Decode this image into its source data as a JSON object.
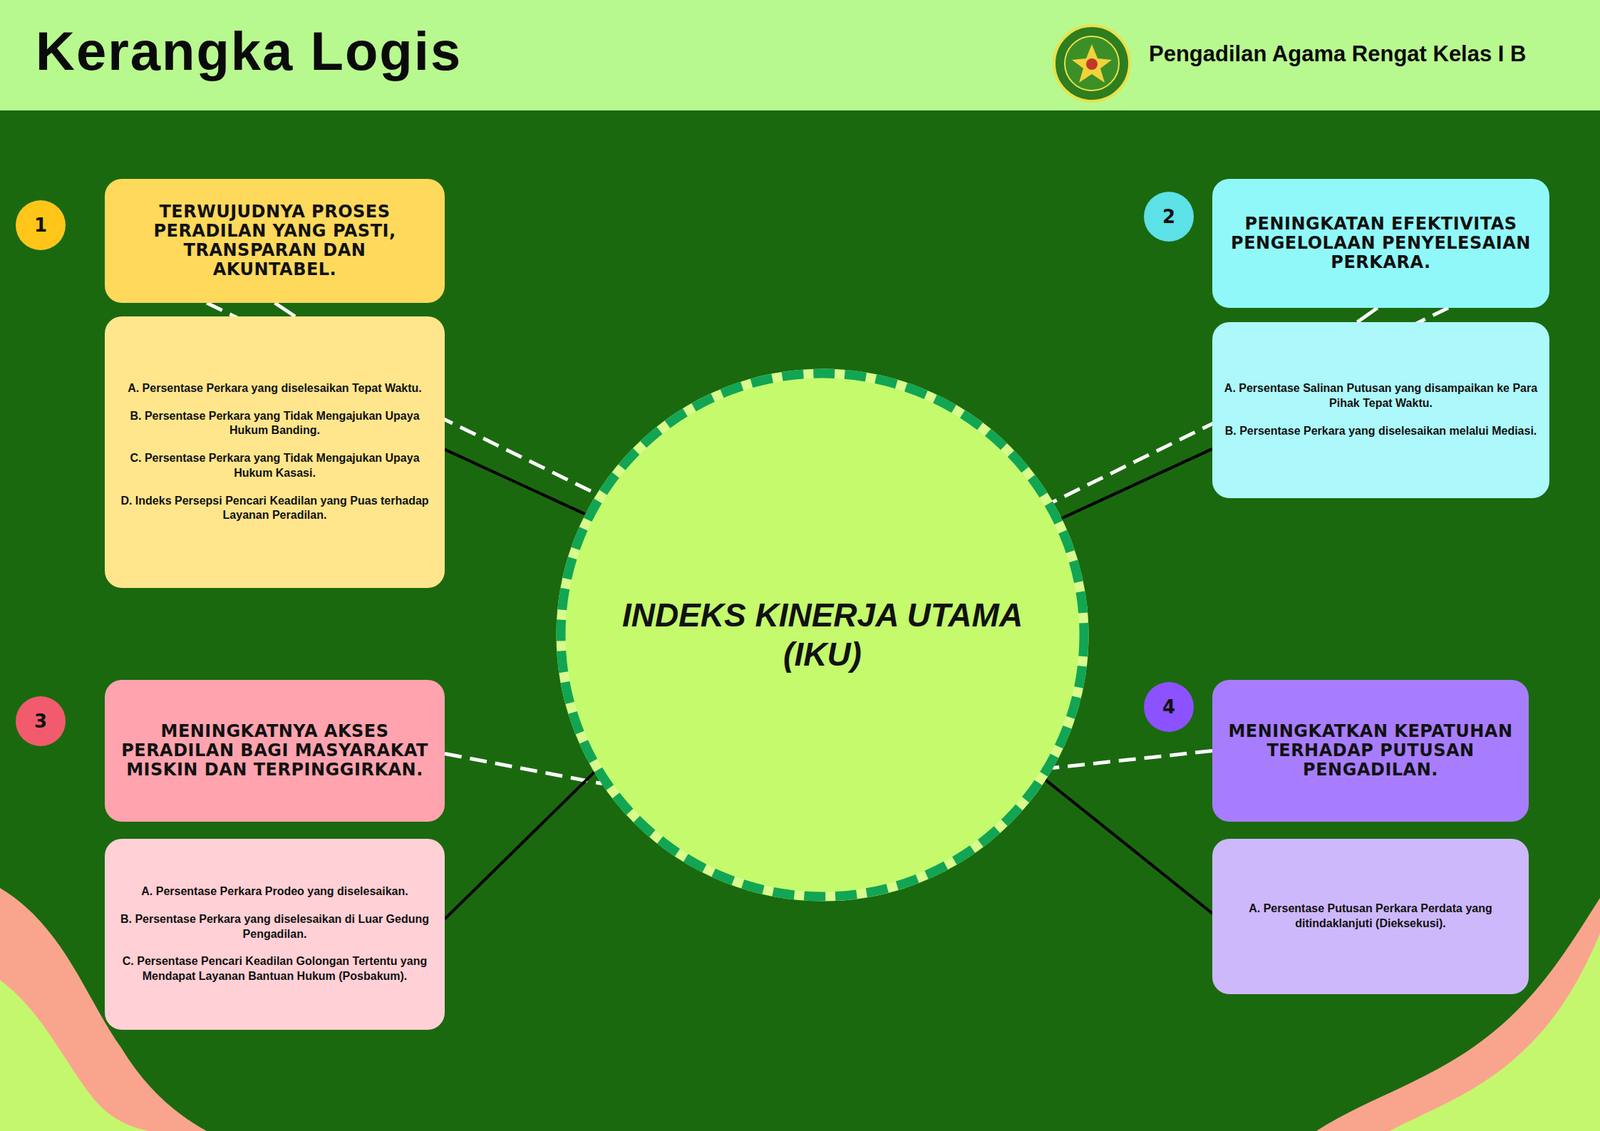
{
  "diagram": {
    "title": "Kerangka Logis",
    "nodes": [
      {
        "text": [
          "1"
        ]
      },
      {
        "text": [
          "TERWUJUDNYA PROSES PERADILAN YANG PASTI, TRANSPARAN DAN AKUNTABEL."
        ]
      },
      {
        "text": [
          "A. Persentase Perkara yang diselesaikan Tepat Waktu.",
          "B. Persentase Perkara yang Tidak Mengajukan Upaya Hukum Banding.",
          "C. Persentase Perkara yang Tidak Mengajukan Upaya Hukum Kasasi.",
          "D. Indeks Persepsi Pencari Keadilan yang Puas terhadap Layanan Peradilan."
        ]
      },
      {
        "text": [
          "2"
        ]
      },
      {
        "text": [
          "PENINGKATAN EFEKTIVITAS PENGELOLAAN PENYELESAIAN PERKARA."
        ]
      },
      {
        "text": [
          "A. Persentase Salinan Putusan yang disampaikan ke Para Pihak Tepat Waktu.",
          "B. Persentase Perkara yang diselesaikan melalui Mediasi."
        ]
      },
      {
        "text": [
          "INDEKS KINERJA UTAMA (IKU)"
        ]
      },
      {
        "text": [
          "3"
        ]
      },
      {
        "text": [
          "MENINGKATNYA AKSES PERADILAN BAGI MASYARAKAT MISKIN DAN TERPINGGIRKAN."
        ]
      },
      {
        "text": [
          "A. Persentase Perkara Prodeo yang diselesaikan.",
          "B. Persentase Perkara yang diselesaikan di Luar Gedung Pengadilan.",
          "C. Persentase Pencari Keadilan Golongan Tertentu yang Mendapat Layanan Bantuan Hukum (Posbakum)."
        ]
      },
      {
        "text": [
          "4"
        ]
      },
      {
        "text": [
          "MENINGKATKAN KEPATUHAN TERHADAP PUTUSAN PENGADILAN."
        ]
      },
      {
        "text": [
          "A. Persentase Putusan Perkara Perdata yang ditindaklanjuti (Dieksekusi)."
        ]
      }
    ],
    "edges": [
      {
        "from": 1,
        "to": 6,
        "arrow": "none"
      },
      {
        "from": 2,
        "to": 6,
        "arrow": "none"
      },
      {
        "from": 1,
        "to": 2,
        "arrow": "none"
      },
      {
        "from": 4,
        "to": 6,
        "arrow": "none"
      },
      {
        "from": 5,
        "to": 6,
        "arrow": "none"
      },
      {
        "from": 4,
        "to": 5,
        "arrow": "none"
      },
      {
        "from": 8,
        "to": 6,
        "arrow": "none"
      },
      {
        "from": 9,
        "to": 6,
        "arrow": "none"
      },
      {
        "from": 11,
        "to": 6,
        "arrow": "none"
      },
      {
        "from": 12,
        "to": 6,
        "arrow": "none"
      }
    ],
    "labels": [
      "Pengadilan Agama Rengat Kelas I B"
    ]
  }
}
